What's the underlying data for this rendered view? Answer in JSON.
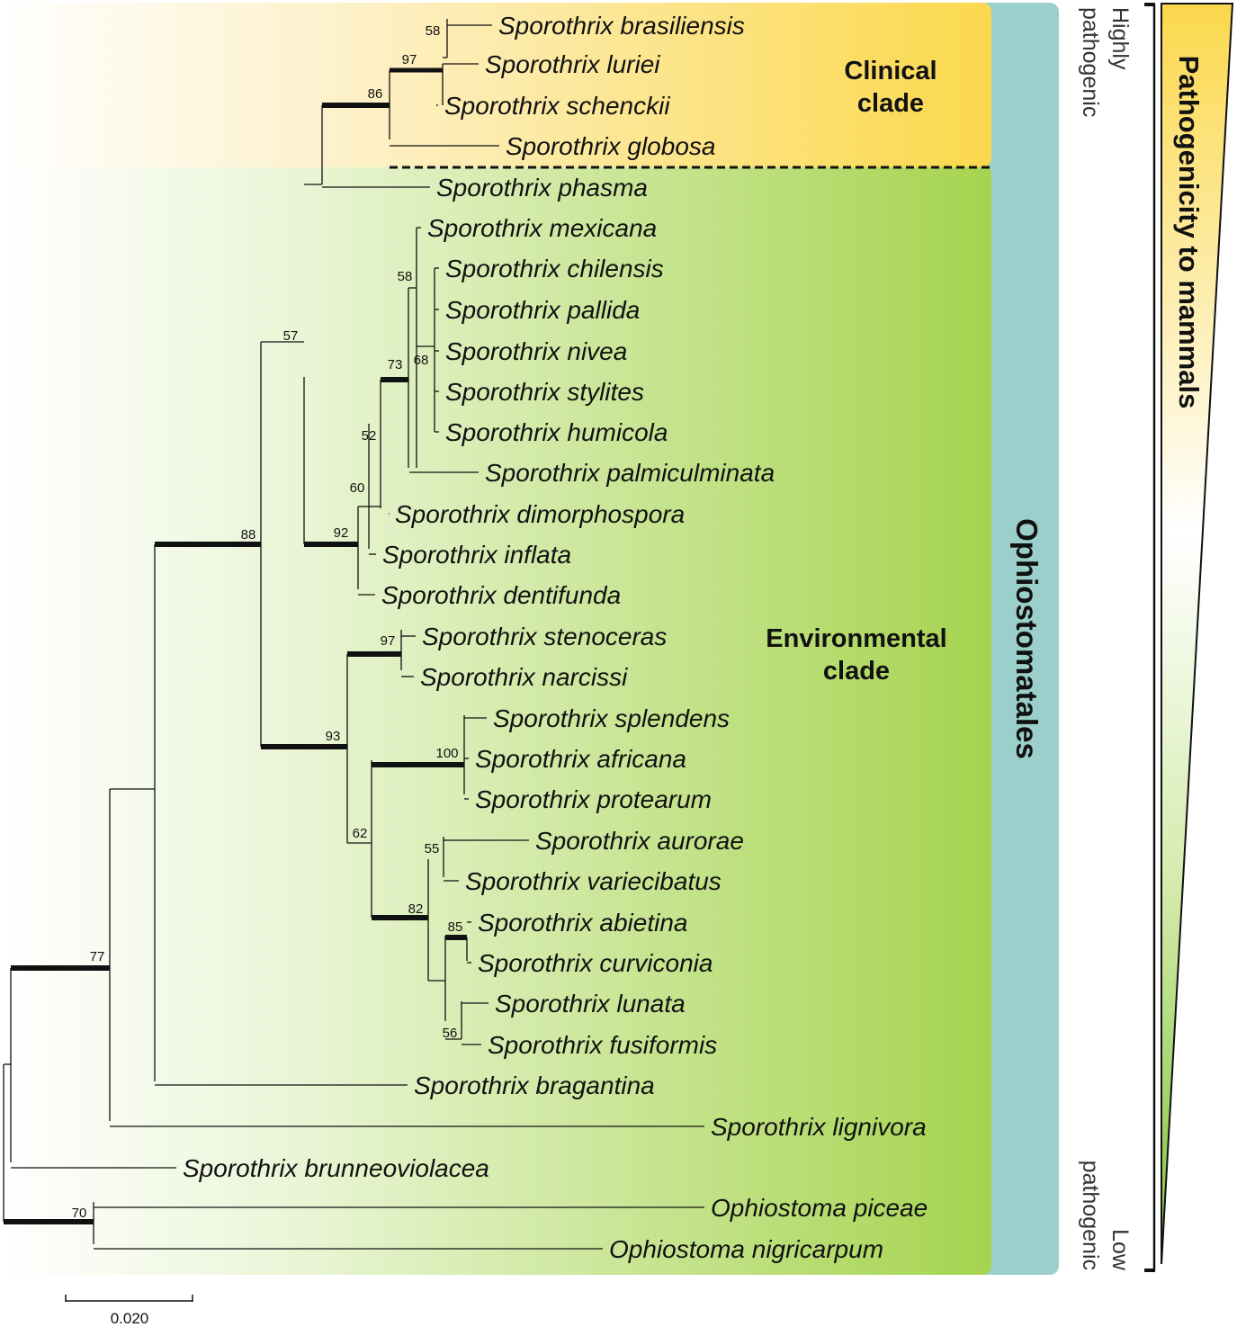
{
  "clades": {
    "clinical": [
      "Clinical",
      "clade"
    ],
    "environmental": [
      "Environmental",
      "clade"
    ],
    "order": "Ophiostomatales"
  },
  "gradient": {
    "title": "Pathogenicity to mammals",
    "high_label": [
      "Highly",
      "pathogenic"
    ],
    "low_label": [
      "Low",
      "pathogenic"
    ]
  },
  "scale_bar": {
    "label": "0.020"
  },
  "colors": {
    "clinical_yellow": "#fbd84c",
    "environmental_green": "#a8d65a",
    "order_teal": "#9bcfcb",
    "branch": "#111111"
  },
  "taxa": [
    "Sporothrix brasiliensis",
    "Sporothrix luriei",
    "Sporothrix schenckii",
    "Sporothrix globosa",
    "Sporothrix phasma",
    "Sporothrix mexicana",
    "Sporothrix chilensis",
    "Sporothrix pallida",
    "Sporothrix nivea",
    "Sporothrix stylites",
    "Sporothrix humicola",
    "Sporothrix palmiculminata",
    "Sporothrix dimorphospora",
    "Sporothrix inflata",
    "Sporothrix dentifunda",
    "Sporothrix stenoceras",
    "Sporothrix narcissi",
    "Sporothrix splendens",
    "Sporothrix africana",
    "Sporothrix protearum",
    "Sporothrix aurorae",
    "Sporothrix variecibatus",
    "Sporothrix abietina",
    "Sporothrix curviconia",
    "Sporothrix lunata",
    "Sporothrix fusiformis",
    "Sporothrix bragantina",
    "Sporothrix lignivora",
    "Sporothrix brunneoviolacea",
    "Ophiostoma piceae",
    "Ophiostoma nigricarpum"
  ],
  "support_values": [
    "58",
    "97",
    "86",
    "57",
    "58",
    "68",
    "73",
    "52",
    "60",
    "92",
    "88",
    "97",
    "100",
    "93",
    "55",
    "85",
    "82",
    "56",
    "62",
    "77",
    "70"
  ]
}
